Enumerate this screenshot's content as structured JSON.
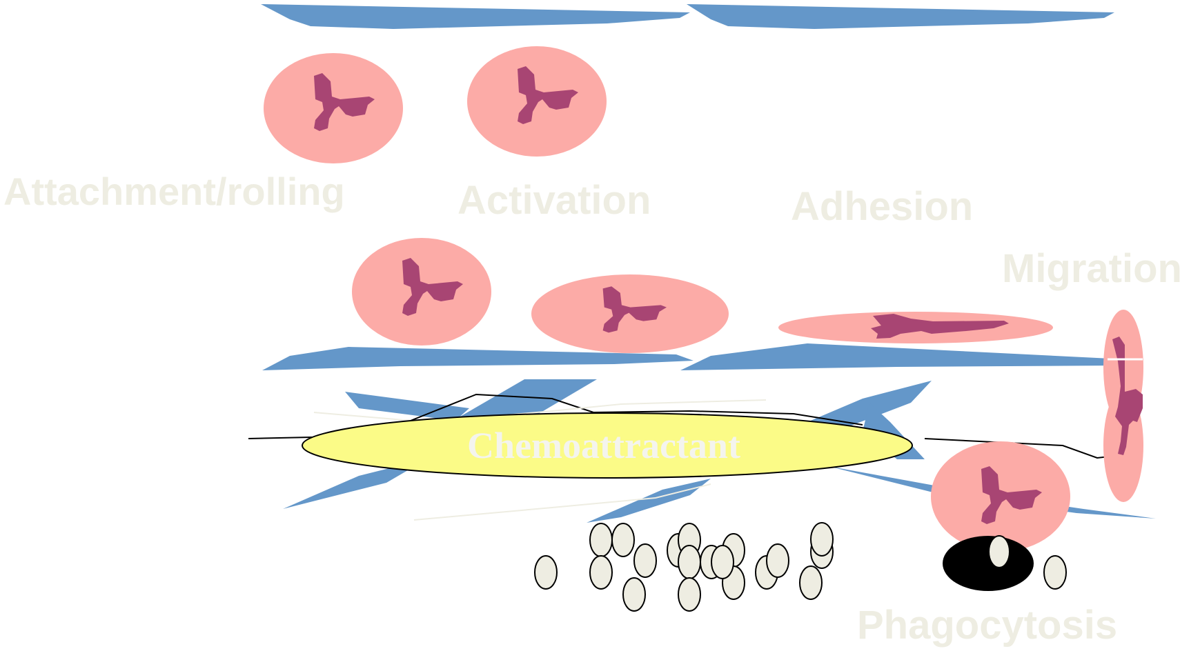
{
  "diagram": {
    "stages": {
      "attachment": "Attachment/rolling",
      "activation": "Activation",
      "adhesion": "Adhesion",
      "migration": "Migration",
      "phagocytosis": "Phagocytosis"
    },
    "chemoattractant": "Chemoattractant"
  },
  "colors": {
    "endothelium": "#6497c9",
    "cell_body": "#fcaba7",
    "nucleus": "#a84573",
    "chemoattractant": "#fbfb87",
    "bacteria": "#eeede2",
    "phagosome": "#000000",
    "label": "#eeede2"
  }
}
